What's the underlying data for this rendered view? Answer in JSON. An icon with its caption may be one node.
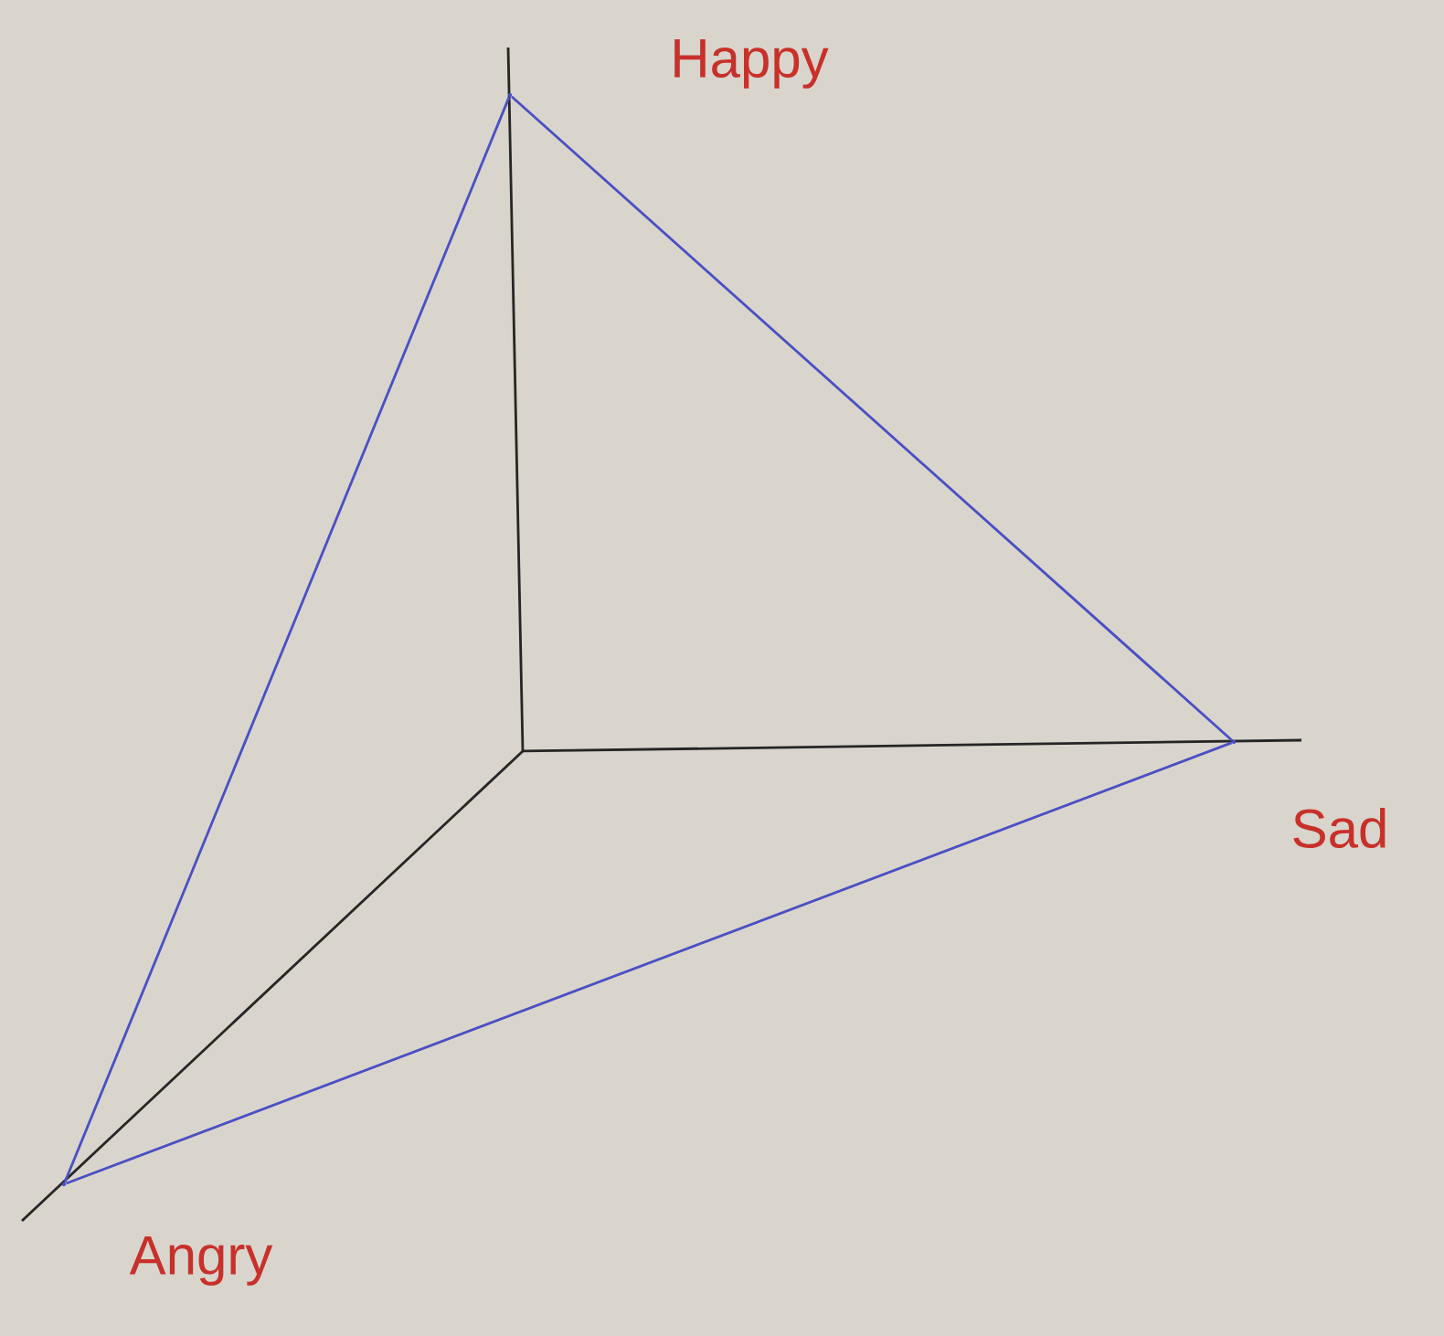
{
  "diagram": {
    "nodes": [
      {
        "text": [],
        "shape": "point",
        "beside": [
          "Happy"
        ]
      },
      {
        "text": [],
        "shape": "point",
        "beside": [
          "Sad"
        ]
      },
      {
        "text": [],
        "shape": "point",
        "beside": [
          "Angry"
        ]
      }
    ],
    "edges": [
      {
        "from": 0,
        "to": 1,
        "arrow": "none"
      },
      {
        "from": 1,
        "to": 2,
        "arrow": "none"
      },
      {
        "from": 2,
        "to": 0,
        "arrow": "none"
      }
    ]
  }
}
